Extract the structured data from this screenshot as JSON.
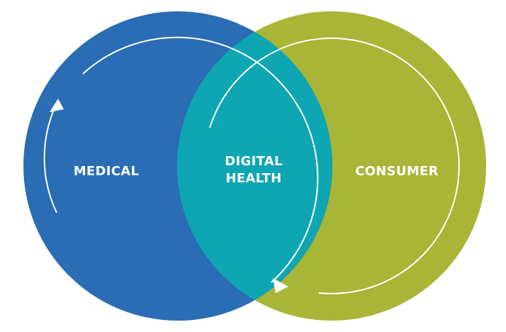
{
  "diagram": {
    "left_circle": {
      "label": "MEDICAL",
      "color": "#2a6db5"
    },
    "right_circle": {
      "label": "CONSUMER",
      "color": "#a9b536"
    },
    "overlap": {
      "label_line1": "DIGITAL",
      "label_line2": "HEALTH",
      "color": "#0ea6b3"
    },
    "ring_color": "#ffffff",
    "arrow_color": "#ffffff"
  }
}
